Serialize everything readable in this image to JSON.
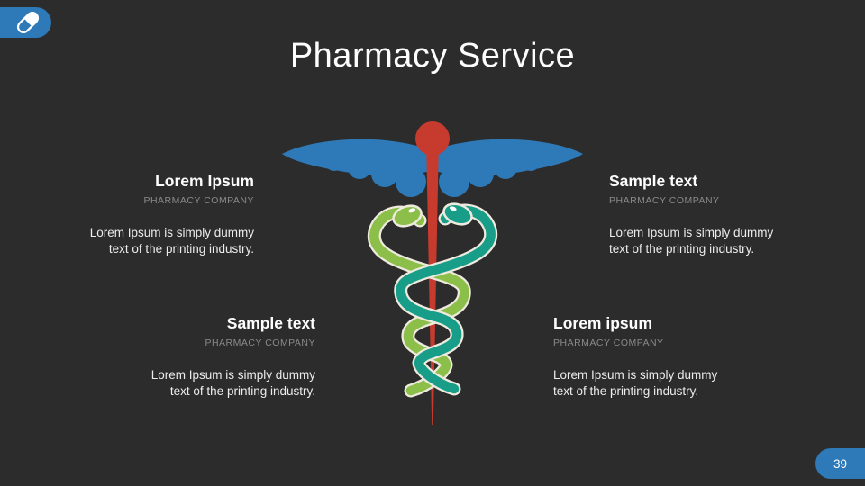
{
  "slide": {
    "title": "Pharmacy Service",
    "page_number": "39"
  },
  "blocks": {
    "top_left": {
      "heading": "Lorem Ipsum",
      "subheading": "PHARMACY COMPANY",
      "body_line1": "Lorem Ipsum is simply dummy",
      "body_line2": "text of the printing industry."
    },
    "top_right": {
      "heading": "Sample text",
      "subheading": "PHARMACY COMPANY",
      "body_line1": "Lorem Ipsum is simply dummy",
      "body_line2": "text of the printing industry."
    },
    "bottom_left": {
      "heading": "Sample text",
      "subheading": "PHARMACY COMPANY",
      "body_line1": "Lorem Ipsum is simply dummy",
      "body_line2": "text of the printing industry."
    },
    "bottom_right": {
      "heading": "Lorem ipsum",
      "subheading": "PHARMACY COMPANY",
      "body_line1": "Lorem Ipsum is simply dummy",
      "body_line2": "text of the printing industry."
    }
  },
  "icons": {
    "top_left_badge": "pill-capsule-icon",
    "center_graphic": "caduceus-icon"
  },
  "colors": {
    "background": "#2c2c2c",
    "accent_blue": "#2e79b7",
    "staff_red": "#c73b2e",
    "snake_green": "#8cbf4a",
    "snake_teal": "#189d89",
    "snake_outline": "#eeeadd",
    "heading_white": "#fdfdfd",
    "subheading_gray": "#8a8a8a",
    "body_text": "#ececec"
  }
}
